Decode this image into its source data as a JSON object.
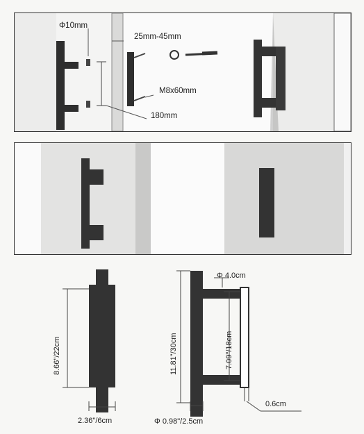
{
  "panel1": {
    "hole_diameter": "Φ10mm",
    "door_thickness_range": "25mm-45mm",
    "bolt_spec": "M8x60mm",
    "hole_spacing": "180mm"
  },
  "drawing": {
    "front_height": "8.66\"/22cm",
    "front_width": "2.36\"/6cm",
    "side_height": "11.81\"/30cm",
    "post_diameter": "Φ 4.0cm",
    "center_distance": "7.09\"/18cm",
    "gap": "0.6cm",
    "plate_diameter": "Φ 0.98\"/2.5cm"
  }
}
